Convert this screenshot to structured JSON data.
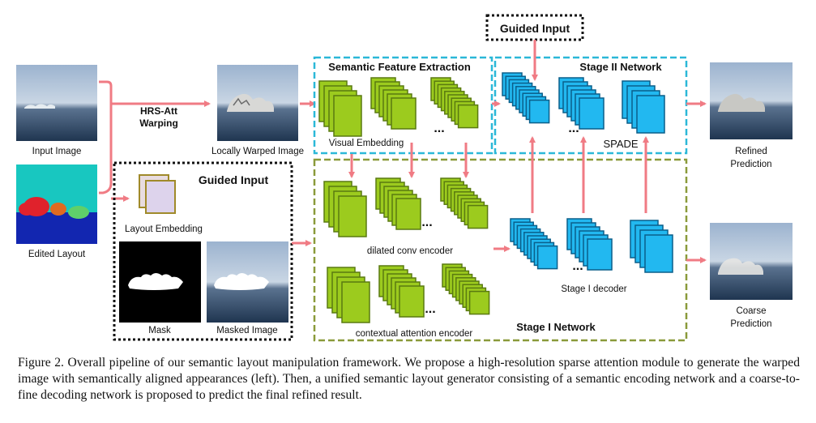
{
  "figure": {
    "labels": {
      "input_image": "Input Image",
      "edited_layout": "Edited Layout",
      "hrs_att_line1": "HRS-Att",
      "hrs_att_line2": "Warping",
      "locally_warped": "Locally Warped Image",
      "guided_input_left": "Guided Input",
      "layout_embedding": "Layout Embedding",
      "mask": "Mask",
      "masked_image": "Masked Image",
      "semantic_feature_extraction": "Semantic Feature Extraction",
      "visual_embedding": "Visual Embedding",
      "guided_input_top": "Guided Input",
      "stage2_network": "Stage II Network",
      "spade": "SPADE",
      "dilated_conv_encoder": "dilated conv encoder",
      "contextual_attention_encoder": "contextual attention encoder",
      "stage1_decoder": "Stage I decoder",
      "stage1_network": "Stage I Network",
      "refined_line1": "Refined",
      "refined_line2": "Prediction",
      "coarse_line1": "Coarse",
      "coarse_line2": "Prediction",
      "ellipsis": "..."
    },
    "colors": {
      "arrow": "#f07b84",
      "cyan_box": "#2bb8d8",
      "olive_box": "#8a9a3a",
      "green_block": "#9ccb1e",
      "green_edge": "#5a7a10",
      "blue_block": "#22b8f0",
      "blue_edge": "#0a5f8a",
      "layout_bg": "#18c7c0",
      "layout_sea": "#1226b0"
    }
  },
  "caption": {
    "text": "Figure 2.   Overall pipeline of our semantic layout manipulation framework. We propose a high-resolution sparse attention module to generate the warped image with semantically aligned appearances (left). Then, a unified semantic layout generator consisting of a semantic encoding network and a coarse-to-fine decoding network is proposed to predict the final refined result."
  }
}
